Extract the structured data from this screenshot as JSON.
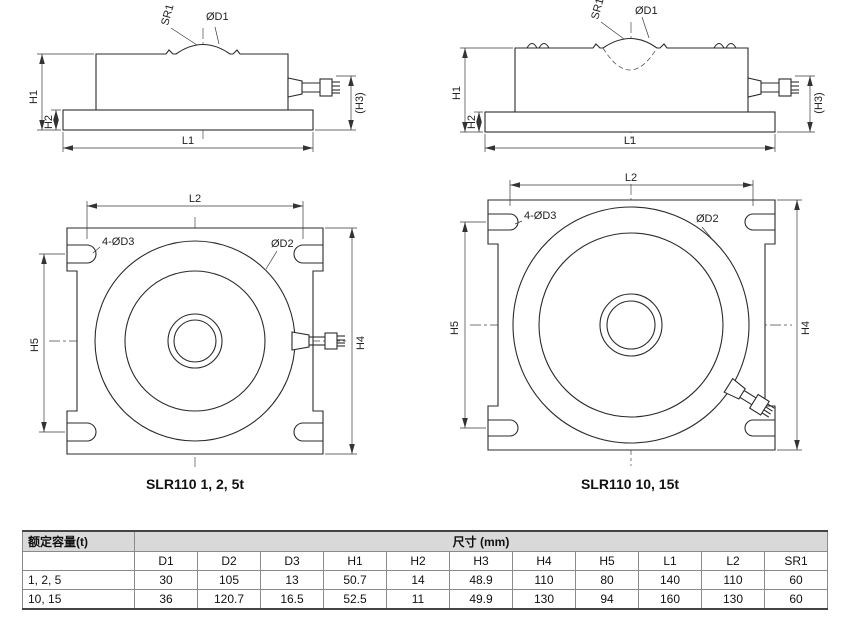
{
  "colors": {
    "line": "#2b2b2b",
    "table_header_bg": "#d9d9d9",
    "page_bg": "#ffffff"
  },
  "drawings": {
    "left_caption": "SLR110 1, 2, 5t",
    "right_caption": "SLR110 10, 15t",
    "labels": {
      "sr1": "SR1",
      "d1": "ØD1",
      "d2": "ØD2",
      "d3_holes": "4-ØD3",
      "h1": "H1",
      "h2": "H2",
      "h3": "(H3)",
      "h4": "H4",
      "h5": "H5",
      "l1": "L1",
      "l2": "L2"
    }
  },
  "table": {
    "capacity_header": "额定容量(t)",
    "dim_header": "尺寸 (mm)",
    "columns": [
      "D1",
      "D2",
      "D3",
      "H1",
      "H2",
      "H3",
      "H4",
      "H5",
      "L1",
      "L2",
      "SR1"
    ],
    "rows": [
      {
        "capacity": "1, 2, 5",
        "values": [
          "30",
          "105",
          "13",
          "50.7",
          "14",
          "48.9",
          "110",
          "80",
          "140",
          "110",
          "60"
        ]
      },
      {
        "capacity": "10, 15",
        "values": [
          "36",
          "120.7",
          "16.5",
          "52.5",
          "11",
          "49.9",
          "130",
          "94",
          "160",
          "130",
          "60"
        ]
      }
    ]
  }
}
